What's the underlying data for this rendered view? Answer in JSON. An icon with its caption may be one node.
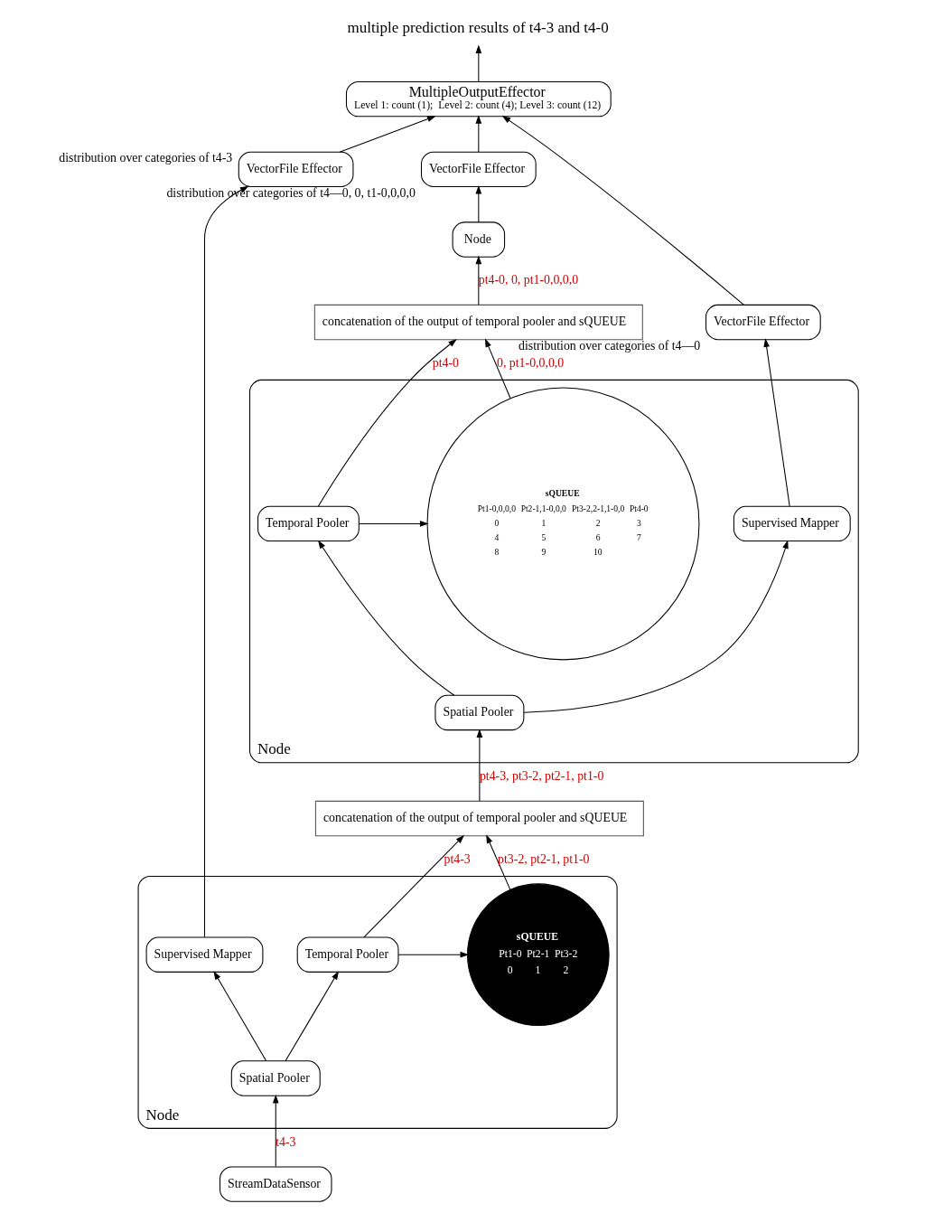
{
  "diagram": {
    "nodes": [
      {
        "text": [
          "multiple prediction results of t4-3 and t4-0"
        ]
      },
      {
        "text": [
          "MultipleOutputEffector",
          "Level 1: count (1);  Level 2: count (4); Level 3: count (12)"
        ]
      },
      {
        "text": [
          "VectorFile Effector"
        ],
        "beside": [
          "distribution over categories of t4—0, 0, t1-0,0,0,0"
        ]
      },
      {
        "text": [
          "Node"
        ]
      },
      {
        "text": [
          "concatenation of the output of temporal pooler and sQUEUE"
        ]
      },
      {
        "text": [
          "VectorFile Effector"
        ],
        "beside": [
          "distribution over categories of t4—0"
        ]
      },
      {
        "text": [
          "Node"
        ]
      },
      {
        "text": [
          "Supervised Mapper"
        ],
        "in": 6
      },
      {
        "text": [
          "Temporal Pooler"
        ],
        "in": 6
      },
      {
        "text": [
          "sQUEUE",
          "Pt1-0,0,0,0",
          "Pt2-1,1-0,0,0",
          "Pt3-2,2-1,1-0,0",
          "Pt4-0",
          "0",
          "1",
          "2",
          "3",
          "4",
          "5",
          "6",
          "7",
          "8",
          "9",
          "10"
        ],
        "in": 6
      },
      {
        "text": [
          "Spatial Pooler"
        ],
        "in": 6
      },
      {
        "text": [
          "concatenation of the output of temporal pooler and sQUEUE"
        ]
      },
      {
        "text": [
          "VectorFile Effector"
        ],
        "beside": [
          "distribution over categories of t4-3"
        ]
      },
      {
        "text": [
          "Node"
        ]
      },
      {
        "text": [
          "Supervised Mapper"
        ],
        "in": 13
      },
      {
        "text": [
          "Temporal Pooler"
        ],
        "in": 13
      },
      {
        "text": [
          "sQUEUE",
          "Pt1-0",
          "Pt2-1",
          "Pt3-2",
          "0",
          "1",
          "2"
        ],
        "in": 13
      },
      {
        "text": [
          "Spatial Pooler"
        ],
        "in": 13
      },
      {
        "text": [
          "StreamDataSensor"
        ]
      }
    ],
    "edges": [
      {
        "from": 1,
        "to": 0,
        "arrow": "to"
      },
      {
        "from": 2,
        "to": 1,
        "arrow": "to"
      },
      {
        "from": 3,
        "to": 2,
        "arrow": "to"
      },
      {
        "from": 4,
        "to": 3,
        "arrow": "to",
        "label": "pt4-0, 0, pt1-0,0,0,0"
      },
      {
        "from": 5,
        "to": 1,
        "arrow": "to"
      },
      {
        "from": 12,
        "to": 1,
        "arrow": "to"
      },
      {
        "from": 7,
        "to": 5,
        "arrow": "to"
      },
      {
        "from": 8,
        "to": 4,
        "arrow": "to",
        "label": "pt4-0"
      },
      {
        "from": 9,
        "to": 4,
        "arrow": "to",
        "label": "0, pt1-0,0,0,0"
      },
      {
        "from": 8,
        "to": 9,
        "arrow": "to"
      },
      {
        "from": 10,
        "to": 7,
        "arrow": "to"
      },
      {
        "from": 10,
        "to": 8,
        "arrow": "to"
      },
      {
        "from": 11,
        "to": 10,
        "arrow": "to",
        "label": "pt4-3, pt3-2, pt2-1, pt1-0"
      },
      {
        "from": 14,
        "to": 12,
        "arrow": "to"
      },
      {
        "from": 15,
        "to": 11,
        "arrow": "to",
        "label": "pt4-3"
      },
      {
        "from": 16,
        "to": 11,
        "arrow": "to",
        "label": "pt3-2, pt2-1, pt1-0"
      },
      {
        "from": 15,
        "to": 16,
        "arrow": "to"
      },
      {
        "from": 17,
        "to": 14,
        "arrow": "to"
      },
      {
        "from": 17,
        "to": 15,
        "arrow": "to"
      },
      {
        "from": 18,
        "to": 17,
        "arrow": "to",
        "label": "t4-3"
      }
    ]
  }
}
